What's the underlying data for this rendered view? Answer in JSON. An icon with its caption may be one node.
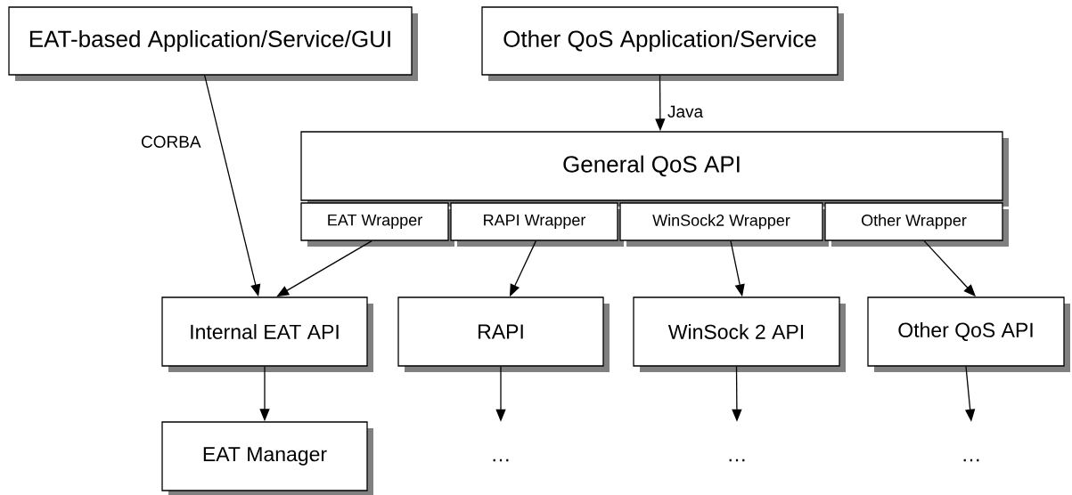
{
  "diagram": {
    "nodes": [
      {
        "text": [
          "EAT-based Application/Service/GUI"
        ]
      },
      {
        "text": [
          "Other QoS Application/Service"
        ]
      },
      {
        "text": [
          "General QoS API"
        ]
      },
      {
        "text": [
          "EAT Wrapper"
        ]
      },
      {
        "text": [
          "RAPI Wrapper"
        ]
      },
      {
        "text": [
          "WinSock2 Wrapper"
        ]
      },
      {
        "text": [
          "Other Wrapper"
        ]
      },
      {
        "text": [
          "Internal EAT API"
        ]
      },
      {
        "text": [
          "RAPI"
        ]
      },
      {
        "text": [
          "WinSock 2 API"
        ]
      },
      {
        "text": [
          "Other QoS API"
        ]
      },
      {
        "text": [
          "EAT Manager"
        ]
      },
      {
        "text": [
          "…"
        ]
      },
      {
        "text": [
          "…"
        ]
      },
      {
        "text": [
          "…"
        ]
      }
    ],
    "edges": [
      {
        "from": 0,
        "to": 7,
        "arrow": "to",
        "label": "CORBA"
      },
      {
        "from": 1,
        "to": 2,
        "arrow": "to",
        "label": "Java"
      },
      {
        "from": 3,
        "to": 7,
        "arrow": "to"
      },
      {
        "from": 4,
        "to": 8,
        "arrow": "to"
      },
      {
        "from": 5,
        "to": 9,
        "arrow": "to"
      },
      {
        "from": 6,
        "to": 10,
        "arrow": "to"
      },
      {
        "from": 7,
        "to": 11,
        "arrow": "to"
      },
      {
        "from": 8,
        "to": 12,
        "arrow": "to"
      },
      {
        "from": 9,
        "to": 13,
        "arrow": "to"
      },
      {
        "from": 10,
        "to": 14,
        "arrow": "to"
      }
    ]
  }
}
